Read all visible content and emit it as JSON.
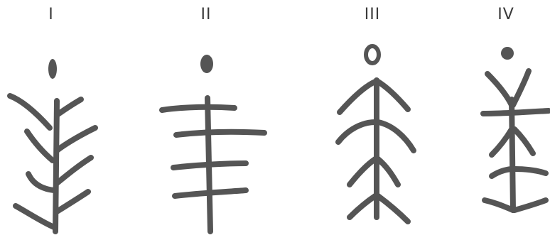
{
  "figures": [
    {
      "label": "I"
    },
    {
      "label": "II"
    },
    {
      "label": "III"
    },
    {
      "label": "IV"
    }
  ],
  "colors": {
    "background": "#ffffff",
    "ink": "#555555",
    "label": "#3a3a3a"
  }
}
